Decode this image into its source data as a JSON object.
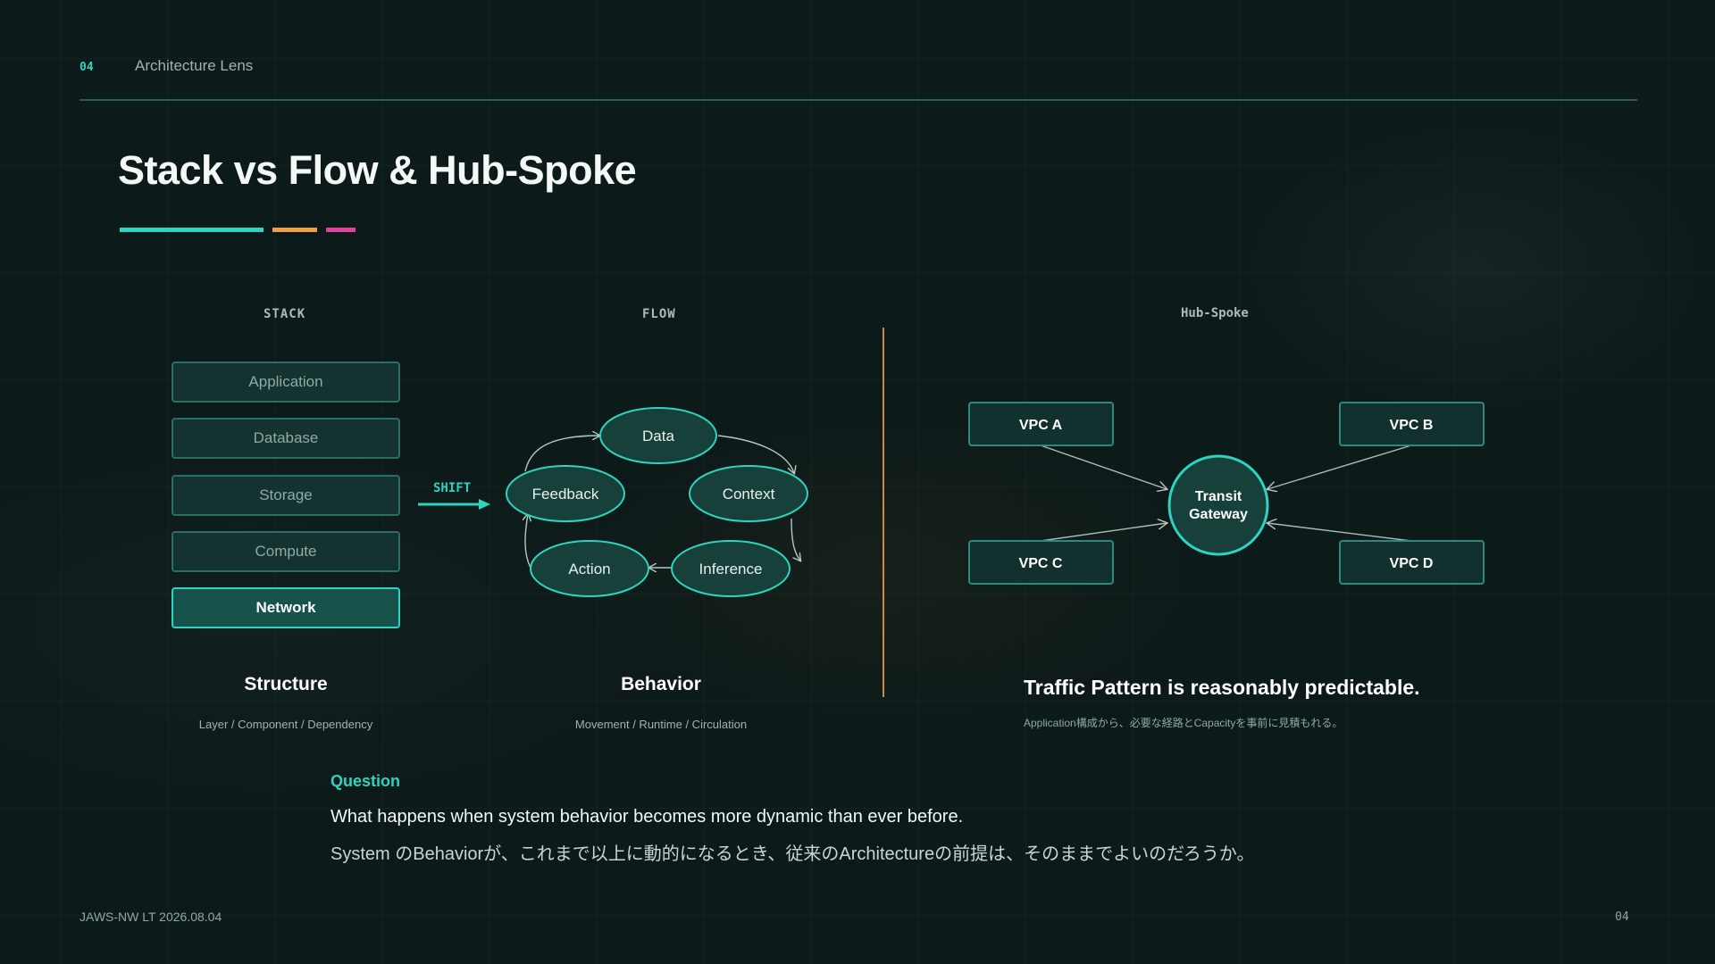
{
  "header": {
    "slide_number": "04",
    "section": "Architecture Lens"
  },
  "title": "Stack vs Flow & Hub-Spoke",
  "accent_colors": [
    "#2dd4bf",
    "#f0a040",
    "#e040a0"
  ],
  "stack": {
    "label": "STACK",
    "layers": [
      "Application",
      "Database",
      "Storage",
      "Compute",
      "Network"
    ],
    "highlighted": "Network",
    "heading": "Structure",
    "subtitle": "Layer  /  Component  /  Dependency"
  },
  "shift": {
    "label": "SHIFT"
  },
  "flow": {
    "label": "FLOW",
    "nodes": {
      "data": "Data",
      "feedback": "Feedback",
      "context": "Context",
      "action": "Action",
      "inference": "Inference"
    },
    "heading": "Behavior",
    "subtitle": "Movement  /  Runtime  /  Circulation"
  },
  "hub_spoke": {
    "label": "Hub-Spoke",
    "hub_line1": "Transit",
    "hub_line2": "Gateway",
    "spokes": {
      "a": "VPC A",
      "b": "VPC B",
      "c": "VPC C",
      "d": "VPC D"
    },
    "heading": "Traffic Pattern is reasonably predictable.",
    "subtitle": "Application構成から、必要な経路とCapacityを事前に見積もれる。"
  },
  "question": {
    "label": "Question",
    "line1": "What happens when system behavior becomes more dynamic than ever before.",
    "line2": "System のBehaviorが、これまで以上に動的になるとき、従来のArchitectureの前提は、そのままでよいのだろうか。"
  },
  "footer": {
    "event": "JAWS-NW LT 2026.08.04",
    "page": "04"
  }
}
